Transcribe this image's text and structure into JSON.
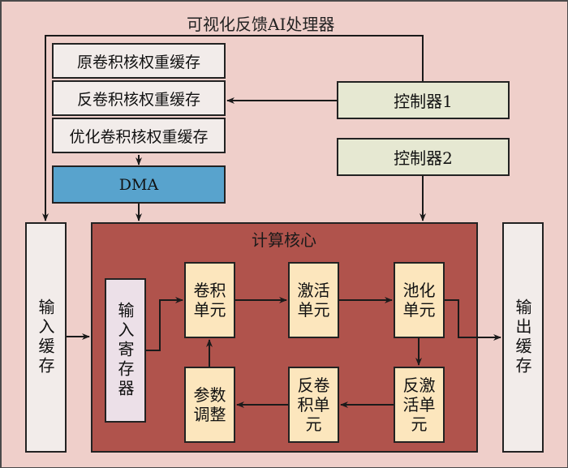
{
  "title": "可视化反馈AI处理器",
  "weight_buffers": [
    "原卷积核权重缓存",
    "反卷积核权重缓存",
    "优化卷积核权重缓存"
  ],
  "controllers": [
    "控制器1",
    "控制器2"
  ],
  "dma": "DMA",
  "input_cache": "输入缓存",
  "output_cache": "输出缓存",
  "core": {
    "title": "计算核心",
    "input_register": "输入寄存器",
    "units": {
      "conv": "卷积\n单元",
      "activation": "激活\n单元",
      "pooling": "池化\n单元",
      "param_adjust": "参数\n调整",
      "deconv": "反卷\n积单\n元",
      "deactivation": "反激\n活单\n元"
    }
  },
  "colors": {
    "background": "#efcfca",
    "core": "#b0534c",
    "unit": "#fce6bd",
    "dma": "#58a3cd",
    "controller": "#e6e8d2",
    "buffer": "#f2ecea"
  }
}
